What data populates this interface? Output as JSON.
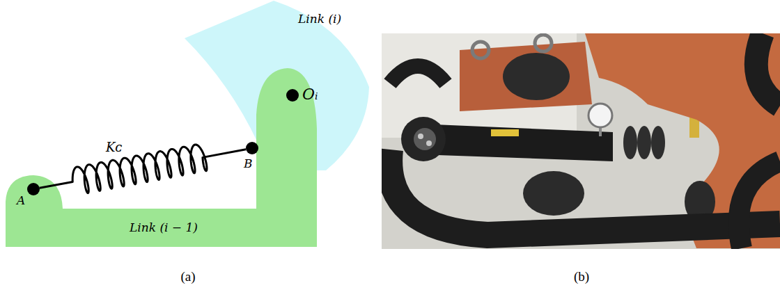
{
  "diagram": {
    "nodes": [
      {
        "text": [
          "Link (i)"
        ]
      },
      {
        "text": [
          "Link (i − 1)"
        ]
      },
      {
        "text": [
          "Oᵢ"
        ],
        "in": 1
      },
      {
        "text": [
          "A"
        ],
        "in": 1
      },
      {
        "text": [
          "B"
        ],
        "in": 1
      }
    ],
    "edges": [
      {
        "from": 3,
        "to": 4,
        "arrow": "none",
        "label": "Kᴄ"
      }
    ],
    "labels": [
      "(a)",
      "(b)"
    ]
  }
}
